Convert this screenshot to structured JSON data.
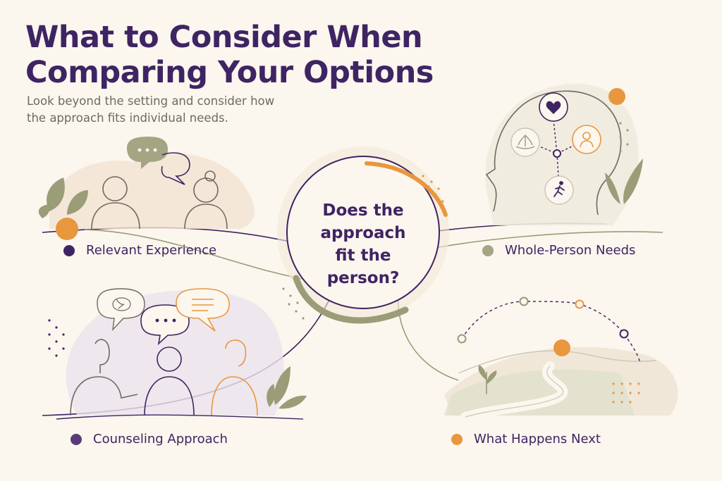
{
  "header": {
    "title_line1": "What to Consider When",
    "title_line2": "Comparing Your Options",
    "subtitle_line1": "Look beyond the setting and consider how",
    "subtitle_line2": "the approach fits individual needs."
  },
  "center": {
    "line1": "Does the",
    "line2": "approach",
    "line3": "fit the",
    "line4": "person?"
  },
  "factors": [
    {
      "label": "Relevant Experience",
      "dot_color": "#3f2463",
      "icon": "conversation-icon"
    },
    {
      "label": "Whole-Person Needs",
      "dot_color": "#a3a583",
      "icon": "head-wellness-icon"
    },
    {
      "label": "Counseling Approach",
      "dot_color": "#5a3b7a",
      "icon": "group-talk-icon"
    },
    {
      "label": "What Happens Next",
      "dot_color": "#e8973f",
      "icon": "path-journey-icon"
    }
  ],
  "palette": {
    "purple": "#3f2463",
    "olive": "#9b9c78",
    "orange": "#e8973f",
    "background": "#fbf6ee"
  }
}
